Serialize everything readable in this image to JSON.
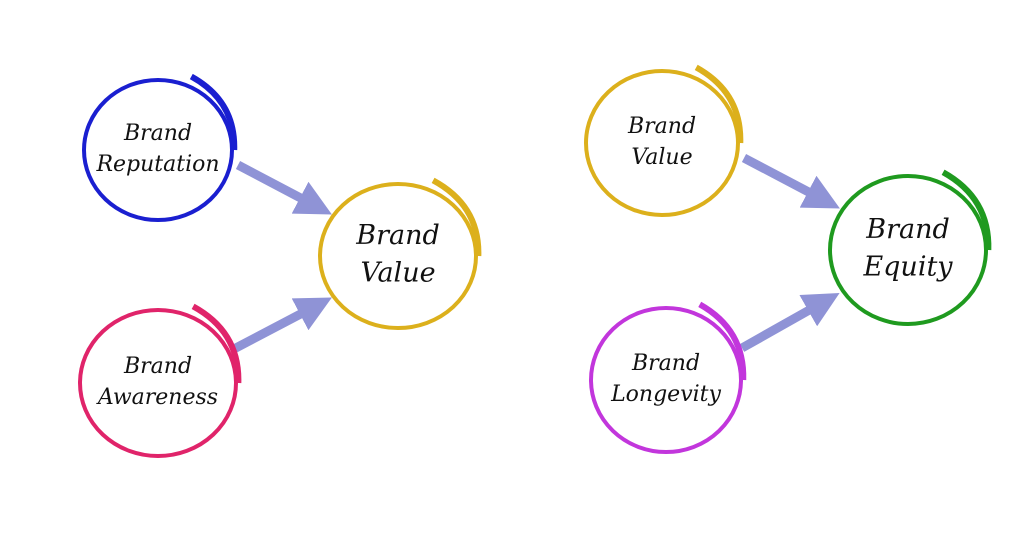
{
  "nodes": [
    {
      "id": "rep",
      "line1": "Brand",
      "line2": "Reputation",
      "color": "#1a1fd0"
    },
    {
      "id": "aw",
      "line1": "Brand",
      "line2": "Awareness",
      "color": "#e0246a"
    },
    {
      "id": "val1",
      "line1": "Brand",
      "line2": "Value",
      "color": "#dcb01c"
    },
    {
      "id": "val2",
      "line1": "Brand",
      "line2": "Value",
      "color": "#dcb01c"
    },
    {
      "id": "lon",
      "line1": "Brand",
      "line2": "Longevity",
      "color": "#c236dc"
    },
    {
      "id": "eq",
      "line1": "Brand",
      "line2": "Equity",
      "color": "#1f9a1f"
    }
  ],
  "arrow_color": "#8f93d6"
}
